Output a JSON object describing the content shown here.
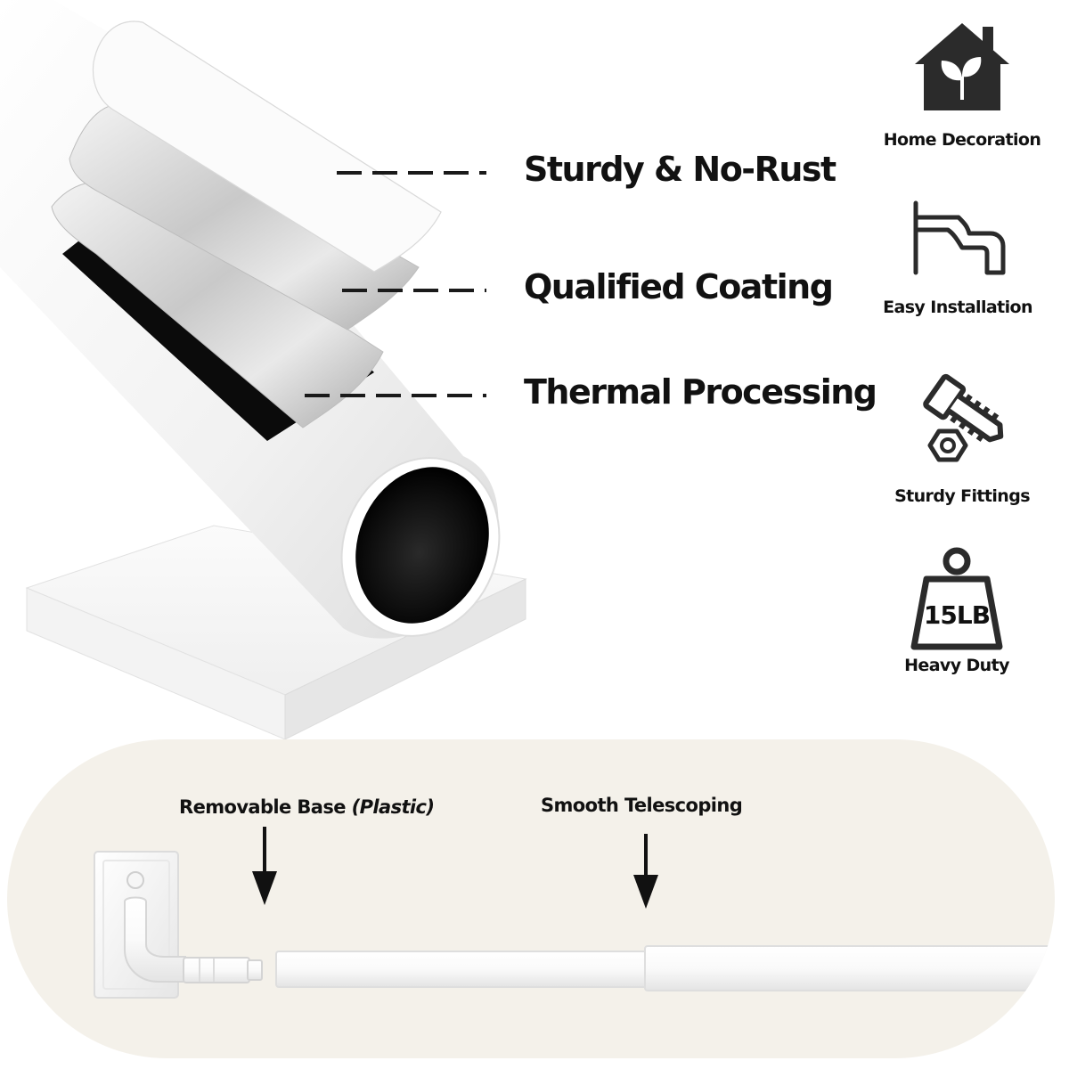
{
  "callouts": [
    {
      "label": "Sturdy & No-Rust"
    },
    {
      "label": "Qualified Coating"
    },
    {
      "label": "Thermal Processing"
    }
  ],
  "features": [
    {
      "icon": "house-leaf-icon",
      "label": "Home Decoration"
    },
    {
      "icon": "wall-bracket-icon",
      "label": "Easy Installation"
    },
    {
      "icon": "screw-nut-icon",
      "label": "Sturdy Fittings"
    },
    {
      "icon": "weight-icon",
      "label": "Heavy Duty",
      "weight_text": "15LB"
    }
  ],
  "bottom": {
    "removable_base": {
      "label": "Removable Base",
      "note": "(Plastic)"
    },
    "telescoping": {
      "label": "Smooth Telescoping"
    }
  },
  "colors": {
    "text": "#111111",
    "panel_background": "#f4f1ea",
    "rod_white": "#ffffff",
    "icon_dark": "#2b2b2b"
  }
}
